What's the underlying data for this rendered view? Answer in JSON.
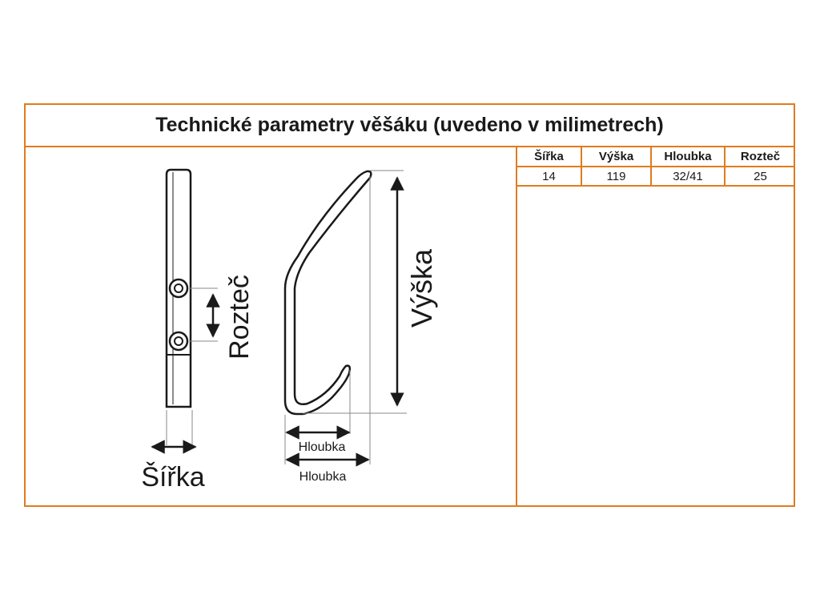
{
  "title": "Technické parametry věšáku (uvedeno v milimetrech)",
  "table": {
    "headers": [
      "Šířka",
      "Výška",
      "Hloubka",
      "Rozteč"
    ],
    "values": [
      "14",
      "119",
      "32/41",
      "25"
    ]
  },
  "labels": {
    "sirka": "Šířka",
    "roztec": "Rozteč",
    "vyska": "Výška",
    "hloubka_inner": "Hloubka",
    "hloubka_outer": "Hloubka"
  },
  "colors": {
    "border": "#e07b1f",
    "ink": "#1a1a1a"
  }
}
